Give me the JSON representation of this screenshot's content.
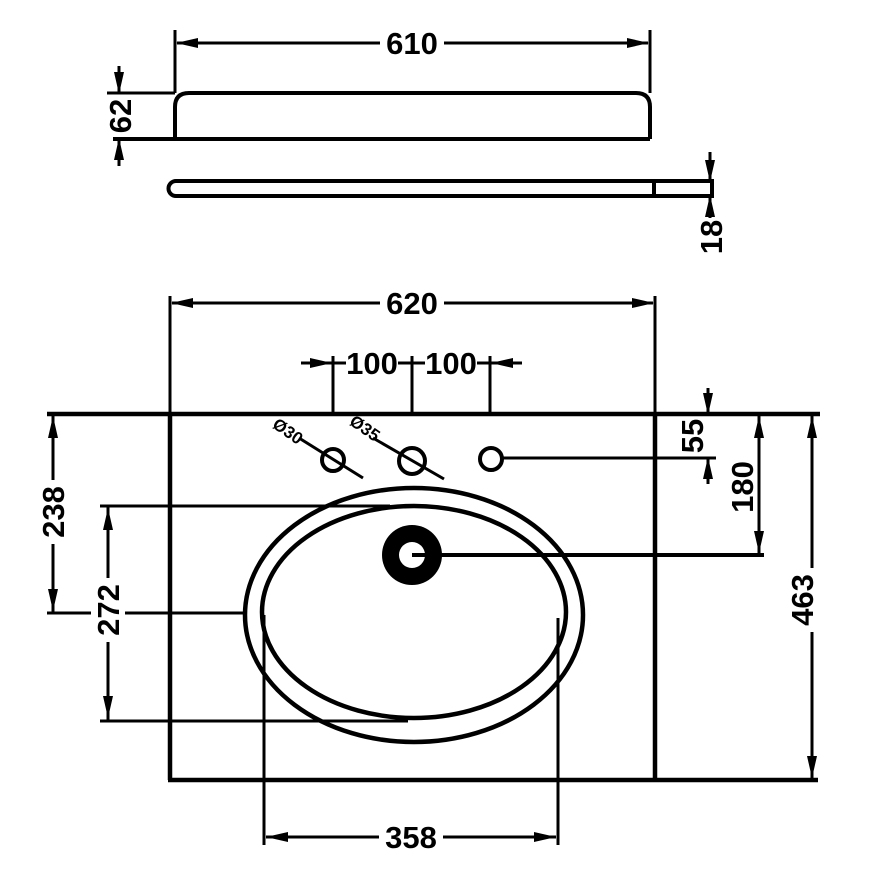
{
  "drawing": {
    "type": "technical-dimension-drawing",
    "subject": "vanity basin / countertop with oval bowl",
    "line_color": "#000000",
    "background_color": "#ffffff"
  },
  "dims": {
    "shelf_width": "610",
    "shelf_height": "62",
    "shelf_thickness": "18",
    "counter_width": "620",
    "tap_hole_spacing_left": "100",
    "tap_hole_spacing_right": "100",
    "tap_hole_left_diameter": "Ø30",
    "tap_hole_middle_diameter": "Ø35",
    "edge_to_tap_holes": "55",
    "edge_to_overflow": "180",
    "counter_depth": "463",
    "edge_to_bowl_centre": "238",
    "bowl_depth": "272",
    "bowl_width": "358"
  }
}
